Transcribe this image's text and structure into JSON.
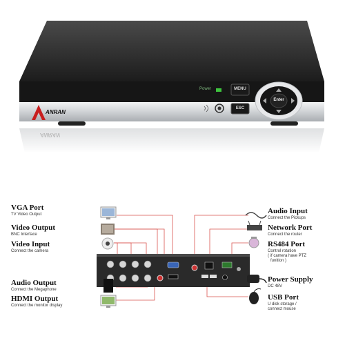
{
  "device": {
    "brand": "ANRAN",
    "power_label": "Power",
    "menu_label": "MENU",
    "esc_label": "ESC",
    "enter_label": "Enter",
    "reflection_brand": "ANRAN"
  },
  "ports_left": [
    {
      "title": "VGA Port",
      "subtitle": "TV Video Output",
      "icon": "vga-monitor-icon"
    },
    {
      "title": "Video Output",
      "subtitle": "BNC Interface",
      "icon": "bnc-box-icon"
    },
    {
      "title": "Video Input",
      "subtitle": "Connect the camera",
      "icon": "camera-icon"
    },
    {
      "title": "Audio Output",
      "subtitle": "Connect the Megaphone",
      "icon": "speaker-icon"
    },
    {
      "title": "HDMI Output",
      "subtitle": "Connect the monitor display",
      "icon": "hdmi-monitor-icon"
    }
  ],
  "ports_right": [
    {
      "title": "Audio Input",
      "subtitle": "Connect the Pickups",
      "icon": "audio-cable-icon"
    },
    {
      "title": "Network Port",
      "subtitle": "Connect the router",
      "icon": "router-icon"
    },
    {
      "title": "RS484 Port",
      "subtitle": "Control rotation",
      "subtitle2": "( if camera have PTZ",
      "subtitle3": "funition )",
      "icon": "ptz-camera-icon"
    },
    {
      "title": "Power Supply",
      "subtitle": "DC 48V",
      "icon": "power-adapter-icon"
    },
    {
      "title": "USB Port",
      "subtitle": "U disk storage /",
      "subtitle2": "connect mouse",
      "icon": "usb-mouse-icon"
    }
  ],
  "colors": {
    "device_top": "#2b2b2b",
    "device_front": "#d8dadc",
    "leader_line": "#d9534f",
    "power_led": "#3ec43e"
  }
}
